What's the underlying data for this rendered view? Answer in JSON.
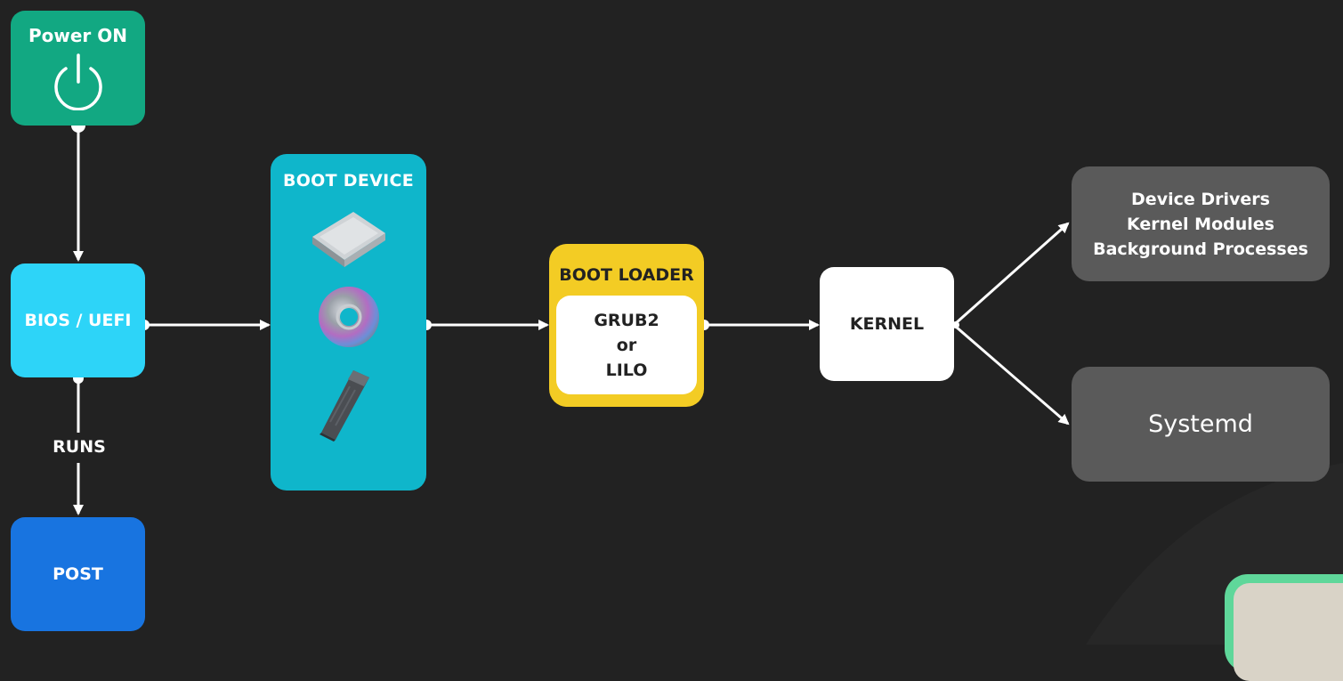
{
  "diagram": {
    "nodes": {
      "power_on": {
        "label": "Power ON",
        "icon": "power-icon",
        "color": "#12a882"
      },
      "bios_uefi": {
        "label": "BIOS / UEFI",
        "color": "#2dd4f8"
      },
      "post": {
        "label": "POST",
        "color": "#1874e0"
      },
      "boot_device": {
        "label": "BOOT DEVICE",
        "icons": [
          "hard-drive-icon",
          "optical-disc-icon",
          "usb-drive-icon"
        ],
        "color": "#0fb6cb"
      },
      "boot_loader": {
        "label": "BOOT LOADER",
        "inner_lines": [
          "GRUB2",
          "or",
          "LILO"
        ],
        "color": "#f3cc24"
      },
      "kernel": {
        "label": "KERNEL",
        "color": "#ffffff"
      },
      "kernel_outputs": {
        "lines": [
          "Device Drivers",
          "Kernel Modules",
          "Background Processes"
        ],
        "color": "#5a5a5a"
      },
      "systemd": {
        "label": "Systemd",
        "color": "#5a5a5a"
      }
    },
    "edge_labels": {
      "bios_to_post": "RUNS"
    },
    "edges": [
      [
        "power_on",
        "bios_uefi"
      ],
      [
        "bios_uefi",
        "post"
      ],
      [
        "bios_uefi",
        "boot_device"
      ],
      [
        "boot_device",
        "boot_loader"
      ],
      [
        "boot_loader",
        "kernel"
      ],
      [
        "kernel",
        "kernel_outputs"
      ],
      [
        "kernel",
        "systemd"
      ]
    ]
  }
}
